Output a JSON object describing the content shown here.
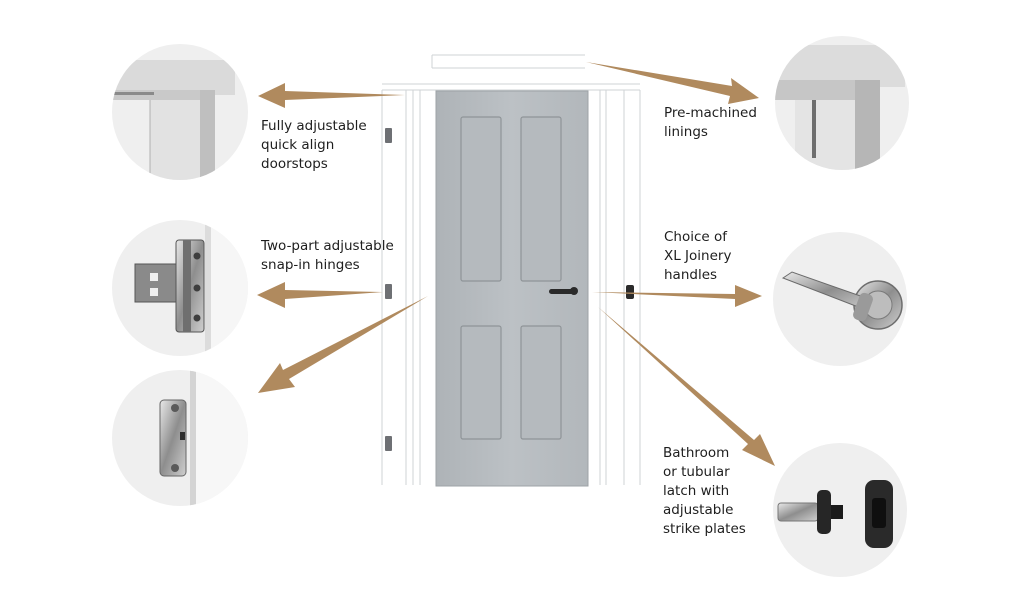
{
  "labels": {
    "doorstops": "Fully adjustable\nquick align\ndoorstops",
    "hinges": "Two-part adjustable\nsnap-in hinges",
    "linings": "Pre-machined\nlinings",
    "handles": "Choice of\nXL Joinery\nhandles",
    "latch": "Bathroom\nor tubular\nlatch with\nadjustable\nstrike plates"
  },
  "colors": {
    "arrow": "#b08a5e",
    "door": "#b8bdc1",
    "door_shadow": "#9ea3a7",
    "circle_bg": "#efefef",
    "text": "#1e1e1e"
  },
  "icons": [
    "doorstop-icon",
    "hinge-icon",
    "striker-plate-icon",
    "lining-icon",
    "lever-handle-icon",
    "latch-icon"
  ]
}
